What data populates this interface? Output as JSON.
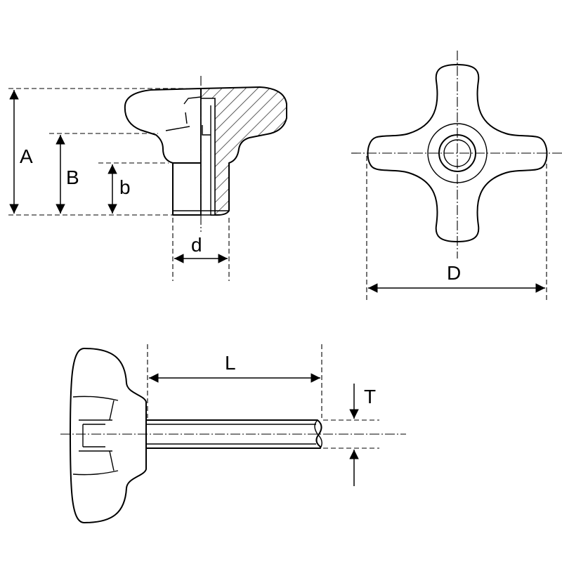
{
  "labels": {
    "A": "A",
    "B": "B",
    "b": "b",
    "d": "d",
    "D": "D",
    "L": "L",
    "T": "T"
  }
}
